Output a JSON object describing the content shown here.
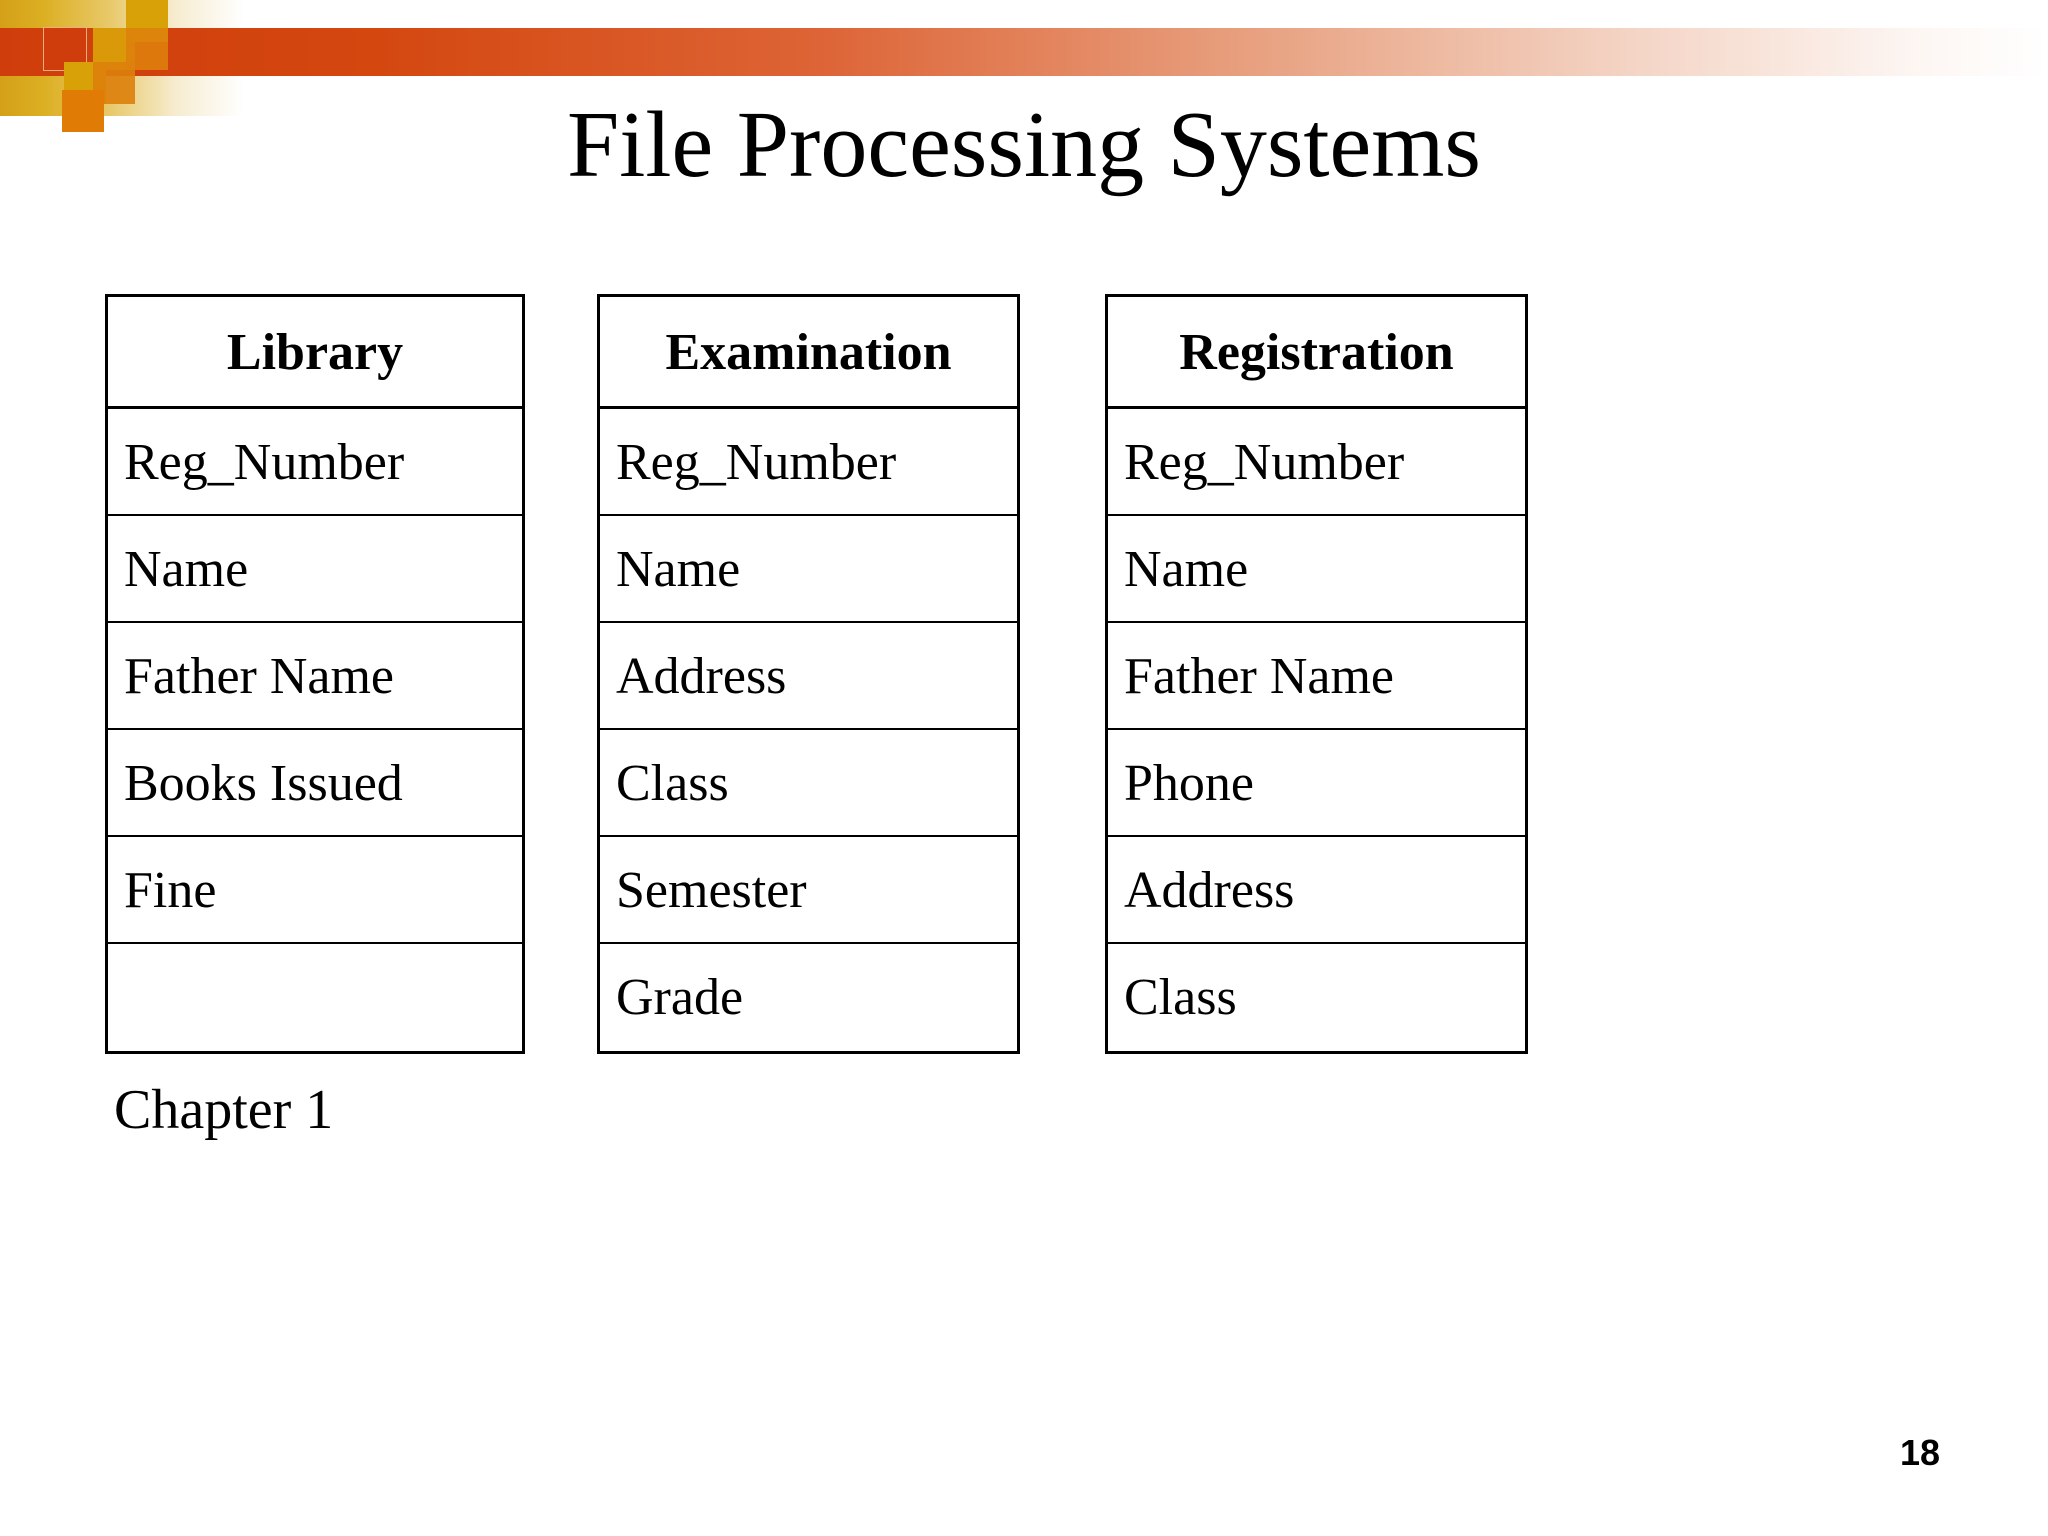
{
  "slide": {
    "title": "File Processing Systems",
    "background_color": "#FFFFFF"
  },
  "decoration": {
    "bar_color_left": "#CF3D0C",
    "bar_color_right": "#FFFFFF",
    "gold_color": "#D9A108",
    "orange_color": "#DD7F0C",
    "dark_red_color": "#CF3D0C"
  },
  "tables": [
    {
      "name": "Library",
      "header": "Library",
      "rows": [
        "Reg_Number",
        "Name",
        "Father Name",
        "Books Issued",
        "Fine",
        ""
      ]
    },
    {
      "name": "Examination",
      "header": "Examination",
      "rows": [
        "Reg_Number",
        "Name",
        "Address",
        "Class",
        "Semester",
        "Grade"
      ]
    },
    {
      "name": "Registration",
      "header": "Registration",
      "rows": [
        "Reg_Number",
        "Name",
        "Father Name",
        "Phone",
        "Address",
        "Class"
      ]
    }
  ],
  "footer": {
    "chapter": "Chapter 1",
    "page_number": "18"
  }
}
